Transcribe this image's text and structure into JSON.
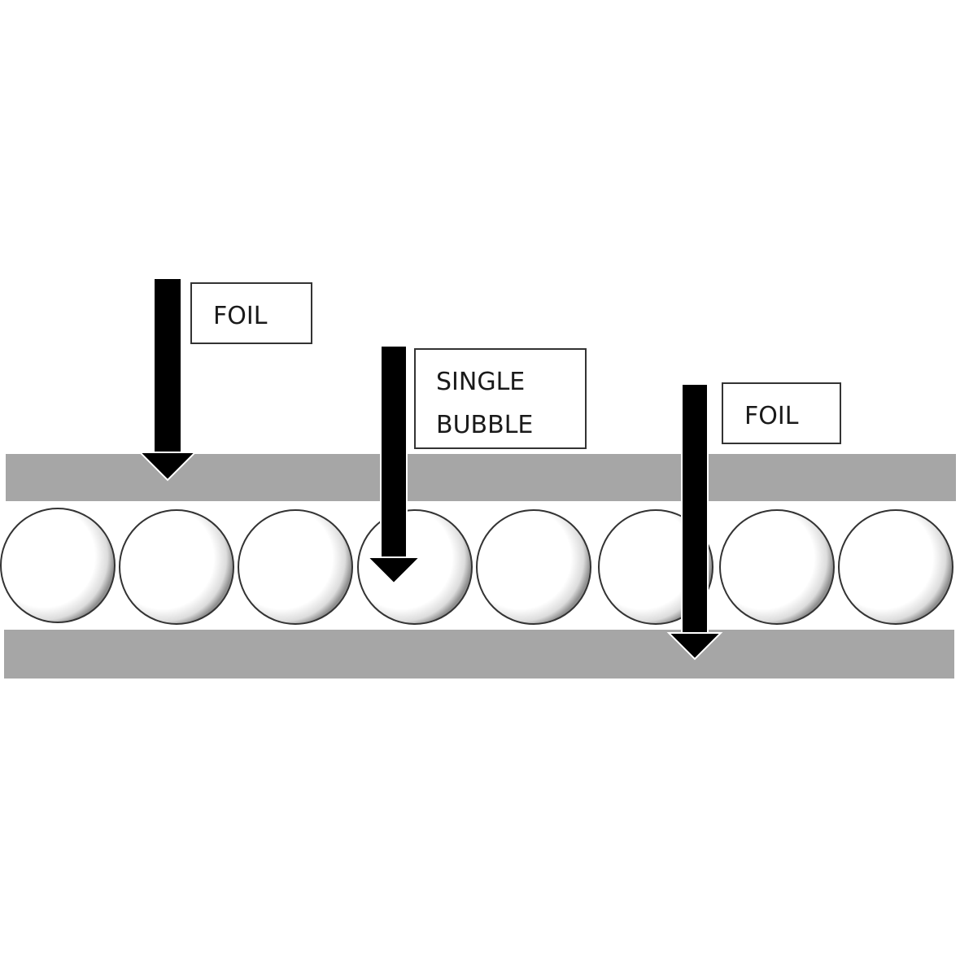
{
  "labels": {
    "foil_top": "FOIL",
    "bubble_line1": "SINGLE",
    "bubble_line2": "BUBBLE",
    "foil_bottom": "FOIL"
  },
  "colors": {
    "foil": "#a6a6a6",
    "bubble_outline": "#333333",
    "arrow": "#000000",
    "label_border": "#333333",
    "text": "#1a1a1a"
  },
  "bubble_count": 8
}
